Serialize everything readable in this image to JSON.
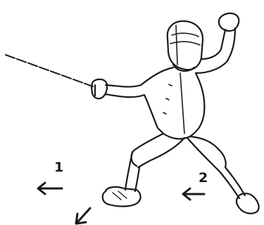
{
  "illustration": {
    "subject": "fencer",
    "ink_color": "#1a1a1a",
    "paper_color": "#ffffff",
    "step_labels": [
      "1",
      "2"
    ],
    "icons": [
      "arrow-left-icon",
      "arrow-left-icon",
      "arrow-down-left-icon"
    ]
  }
}
